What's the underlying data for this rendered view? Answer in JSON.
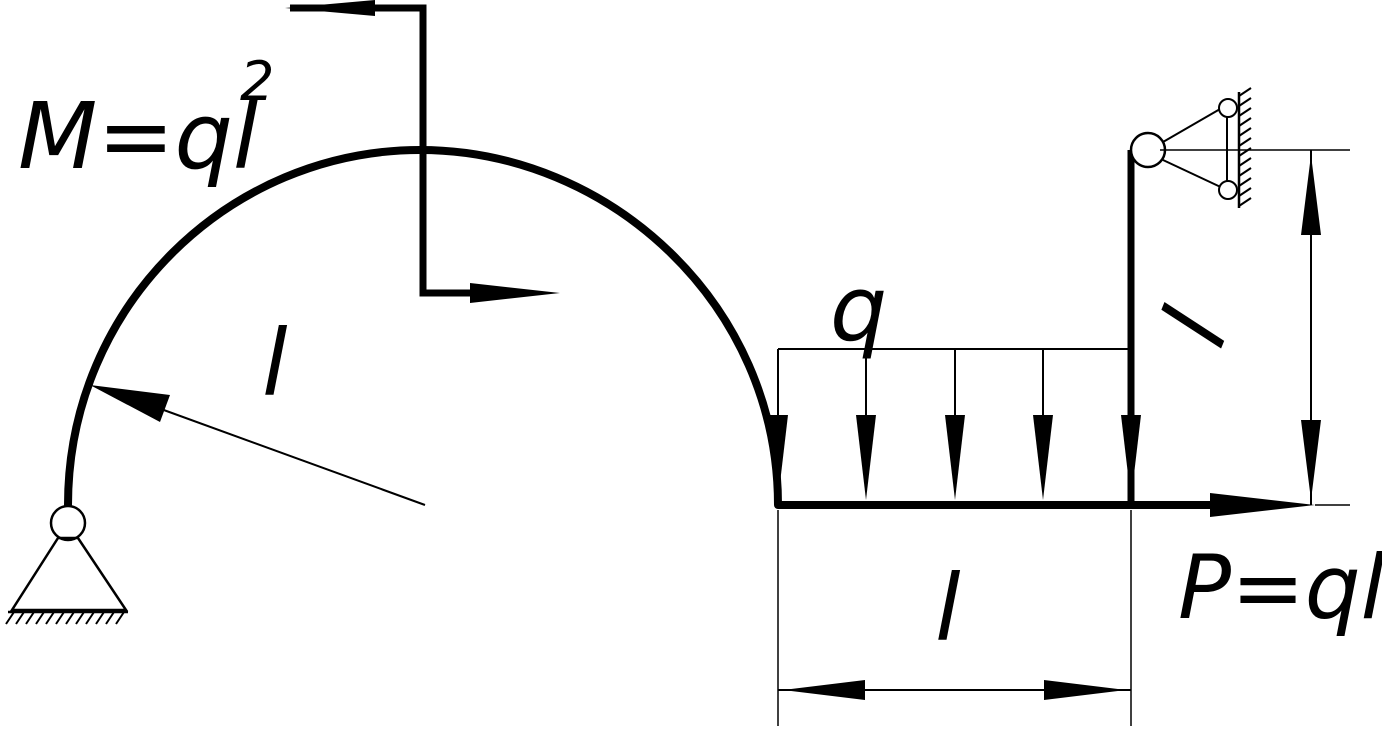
{
  "labels": {
    "moment": "M=ql",
    "moment_exp": "2",
    "radius": "l",
    "load": "q",
    "post_height": "l",
    "span": "l",
    "force": "P=ql"
  },
  "colors": {
    "ink": "#000000",
    "background": "#ffffff"
  }
}
